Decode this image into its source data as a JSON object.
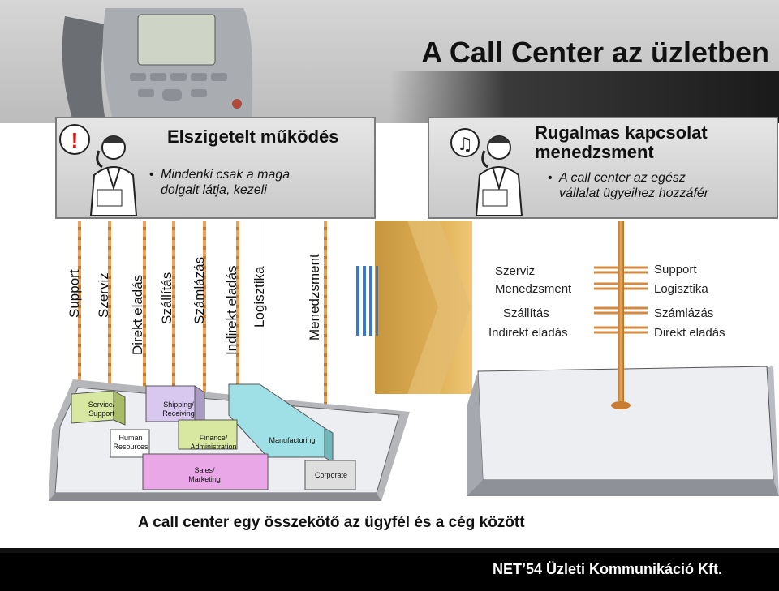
{
  "header": {
    "title": "A Call Center az üzletben"
  },
  "card_left": {
    "title": "Elszigetelt működés",
    "bullet_line1": "Mindenki csak a maga",
    "bullet_line2": "dolgait látja, kezeli",
    "icon_text": "!"
  },
  "card_right": {
    "title_line1": "Rugalmas kapcsolat",
    "title_line2": "menedzsment",
    "bullet_line1": "A call center az egész",
    "bullet_line2": "vállalat ügyeihez hozzáfér",
    "icon_text": "♫"
  },
  "departments": [
    "Support",
    "Szerviz",
    "Direkt eladás",
    "Szállítás",
    "Számlázás",
    "Indirekt eladás",
    "Logisztika",
    "Menedzsment"
  ],
  "right_panel": {
    "left_col": [
      "Szerviz",
      "Menedzsment",
      "Szállítás",
      "Indirekt eladás"
    ],
    "right_col": [
      "Support",
      "Logisztika",
      "Számlázás",
      "Direkt eladás"
    ]
  },
  "platform_boxes": {
    "service": "Service/\nSupport",
    "shipping": "Shipping/\nReceiving",
    "human": "Human\nResources",
    "finance": "Finance/\nAdministration",
    "manufacturing": "Manufacturing",
    "sales": "Sales/\nMarketing",
    "corporate": "Corporate"
  },
  "caption": "A call center egy összekötő az ügyfél és a cég között",
  "footer": "NET’54 Üzleti Kommunikáció Kft.",
  "colors": {
    "fiber": "#e9a35a",
    "gold": "#d9a94a",
    "footer_bg": "#000000"
  }
}
